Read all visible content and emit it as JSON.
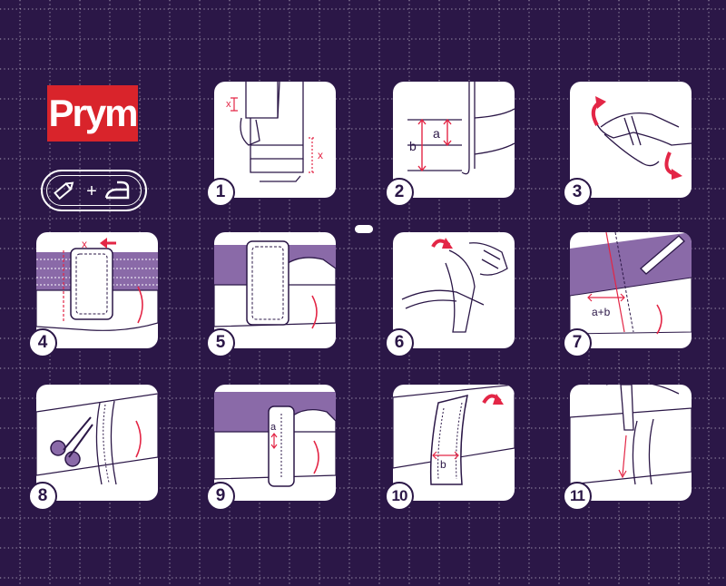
{
  "brand": {
    "name": "Prym",
    "color": "#d9242b"
  },
  "tools": {
    "icons": [
      "pencil-icon",
      "plus-icon",
      "iron-icon"
    ],
    "plus_label": "+"
  },
  "colors": {
    "background": "#2b1747",
    "panel": "#ffffff",
    "fabric": "#8a6aa8",
    "accent": "#e32646",
    "ink": "#2b1747"
  },
  "steps": [
    {
      "number": "1",
      "labels": [
        "x",
        "x"
      ]
    },
    {
      "number": "2",
      "labels": [
        "a",
        "b"
      ]
    },
    {
      "number": "3",
      "labels": []
    },
    {
      "number": "4",
      "labels": [
        "x"
      ]
    },
    {
      "number": "5",
      "labels": []
    },
    {
      "number": "6",
      "labels": []
    },
    {
      "number": "7",
      "labels": [
        "a+b"
      ]
    },
    {
      "number": "8",
      "labels": []
    },
    {
      "number": "9",
      "labels": [
        "a"
      ]
    },
    {
      "number": "10",
      "labels": [
        "b"
      ]
    },
    {
      "number": "11",
      "labels": []
    }
  ]
}
